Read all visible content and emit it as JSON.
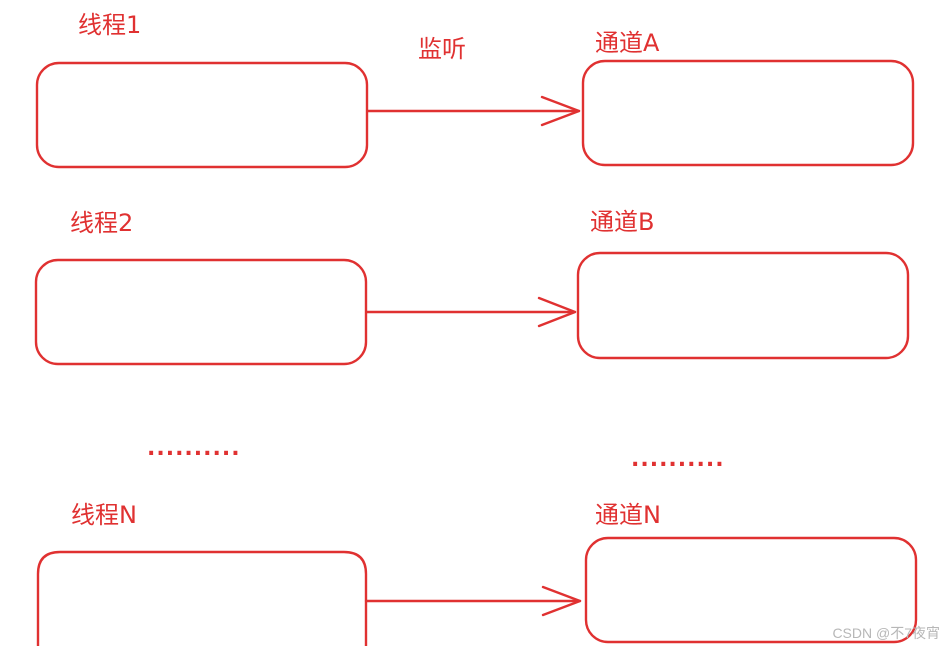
{
  "labels": {
    "thread_1": "线程1",
    "thread_2": "线程2",
    "thread_n": "线程N",
    "listen": "监听",
    "channel_a": "通道A",
    "channel_b": "通道B",
    "channel_n": "通道N",
    "ellipsis_left": "..........",
    "ellipsis_right": ".........."
  },
  "watermark": "CSDN @不7夜宵",
  "colors": {
    "stroke": "#e03131",
    "watermark": "#b7b7b7"
  }
}
